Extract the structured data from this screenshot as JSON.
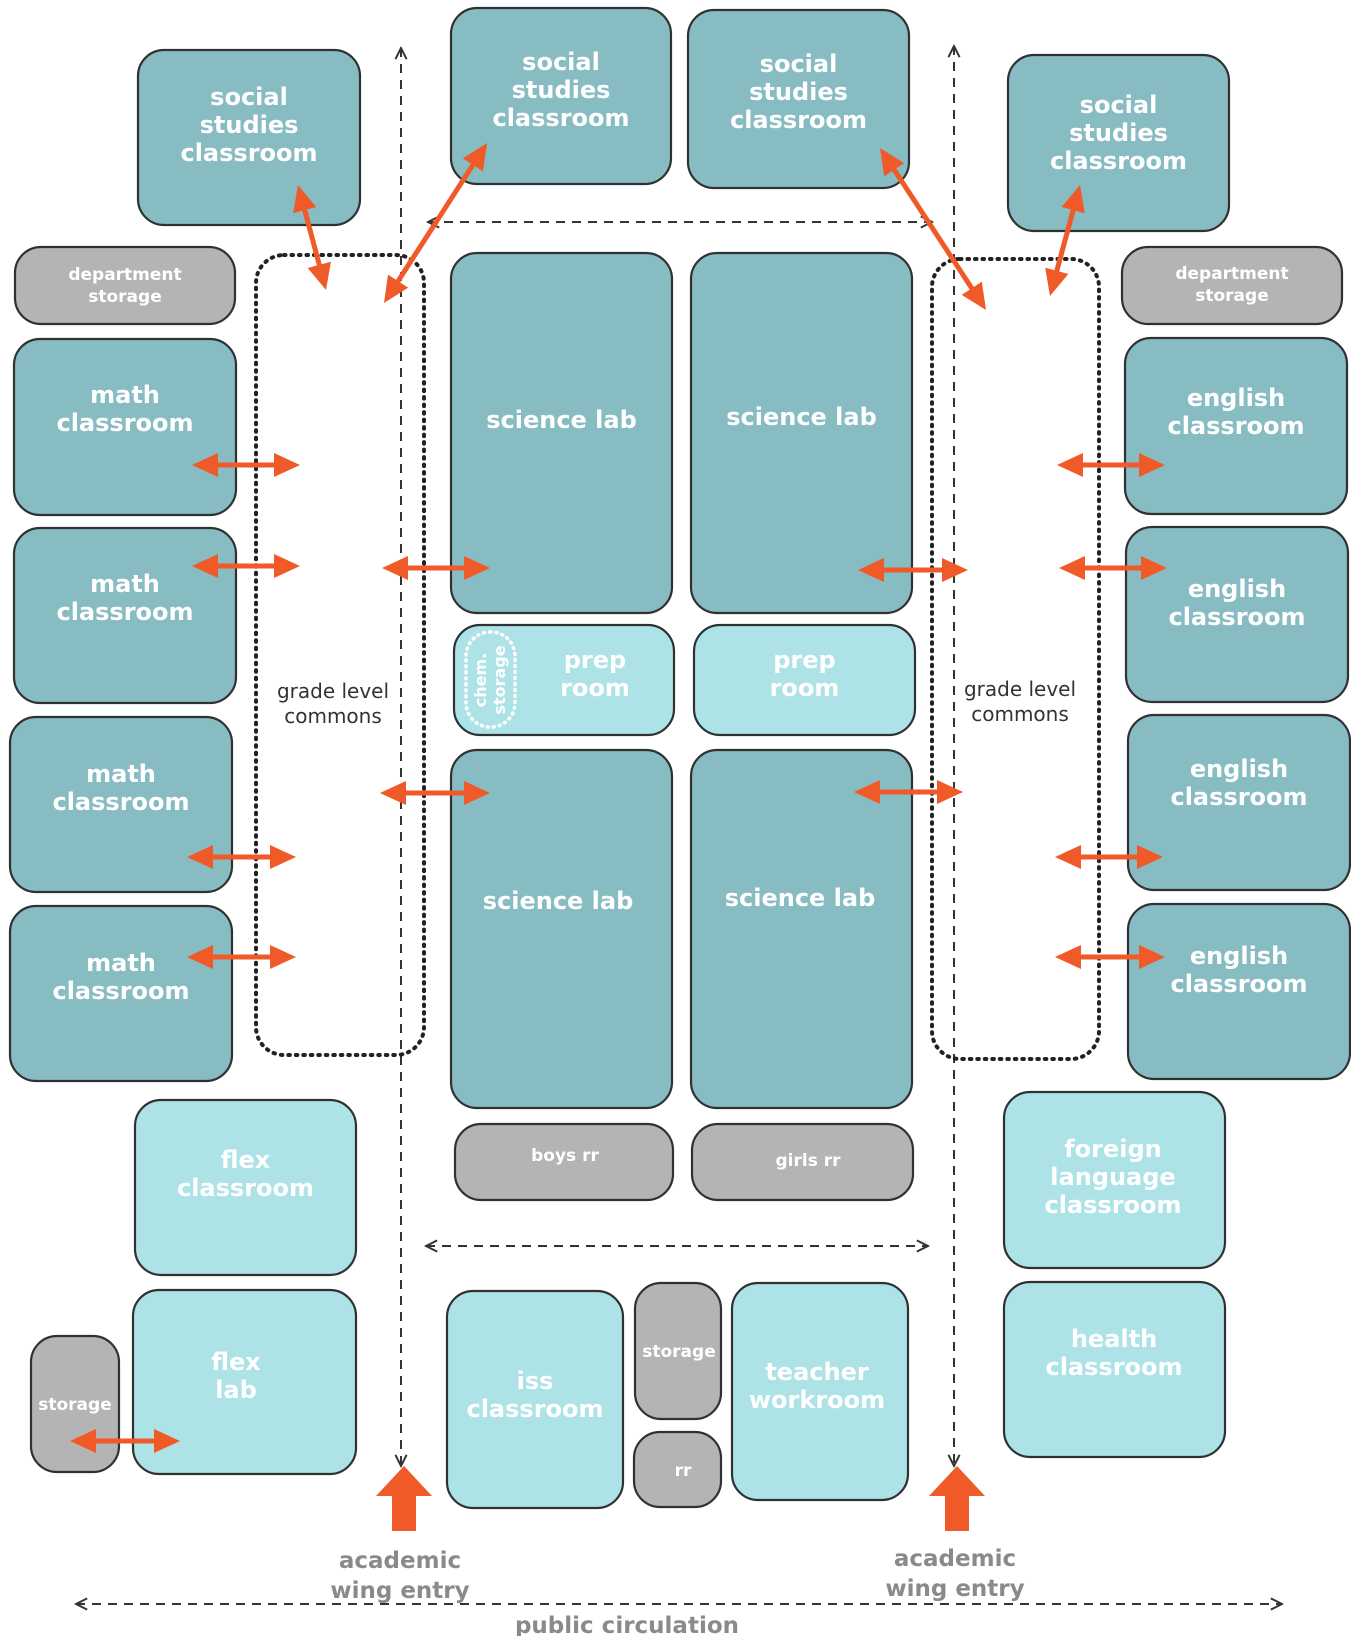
{
  "colors": {
    "dark_teal": "#88bcc3",
    "light_teal": "#ade2e7",
    "grey": "#b4b4b4",
    "arrow_orange": "#f05a28",
    "outline": "#2f3133"
  },
  "rooms": {
    "ss_left": "social\nstudies\nclassroom",
    "ss_center_left": "social\nstudies\nclassroom",
    "ss_center_right": "social\nstudies\nclassroom",
    "ss_right": "social\nstudies\nclassroom",
    "dept_storage_left": "department\nstorage",
    "dept_storage_right": "department\nstorage",
    "math_1": "math\nclassroom",
    "math_2": "math\nclassroom",
    "math_3": "math\nclassroom",
    "math_4": "math\nclassroom",
    "english_1": "english\nclassroom",
    "english_2": "english\nclassroom",
    "english_3": "english\nclassroom",
    "english_4": "english\nclassroom",
    "science_lab_1": "science lab",
    "science_lab_2": "science lab",
    "science_lab_3": "science lab",
    "science_lab_4": "science lab",
    "prep_room_left": "prep\nroom",
    "prep_room_right": "prep\nroom",
    "chem_storage": "chem.\nstorage",
    "boys_rr": "boys rr",
    "girls_rr": "girls rr",
    "flex_classroom": "flex\nclassroom",
    "flex_lab": "flex\nlab",
    "storage_left": "storage",
    "iss_classroom": "iss\nclassroom",
    "storage_center": "storage",
    "rr_center": "rr",
    "teacher_workroom": "teacher\nworkroom",
    "foreign_language": "foreign\nlanguage\nclassroom",
    "health_classroom": "health\nclassroom"
  },
  "labels": {
    "commons_left": "grade level\ncommons",
    "commons_right": "grade level\ncommons",
    "entry_left": "academic\nwing entry",
    "entry_right": "academic\nwing entry",
    "public_circulation": "public circulation"
  }
}
